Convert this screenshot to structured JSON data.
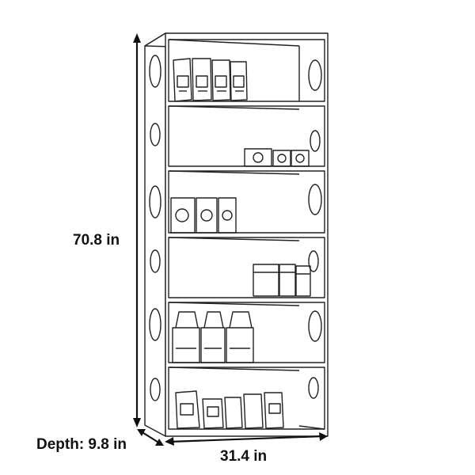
{
  "dimensions": {
    "height": "70.8 in",
    "width": "31.4 in",
    "depth": "Depth: 9.8 in"
  },
  "product": {
    "shelf_count": 6
  }
}
